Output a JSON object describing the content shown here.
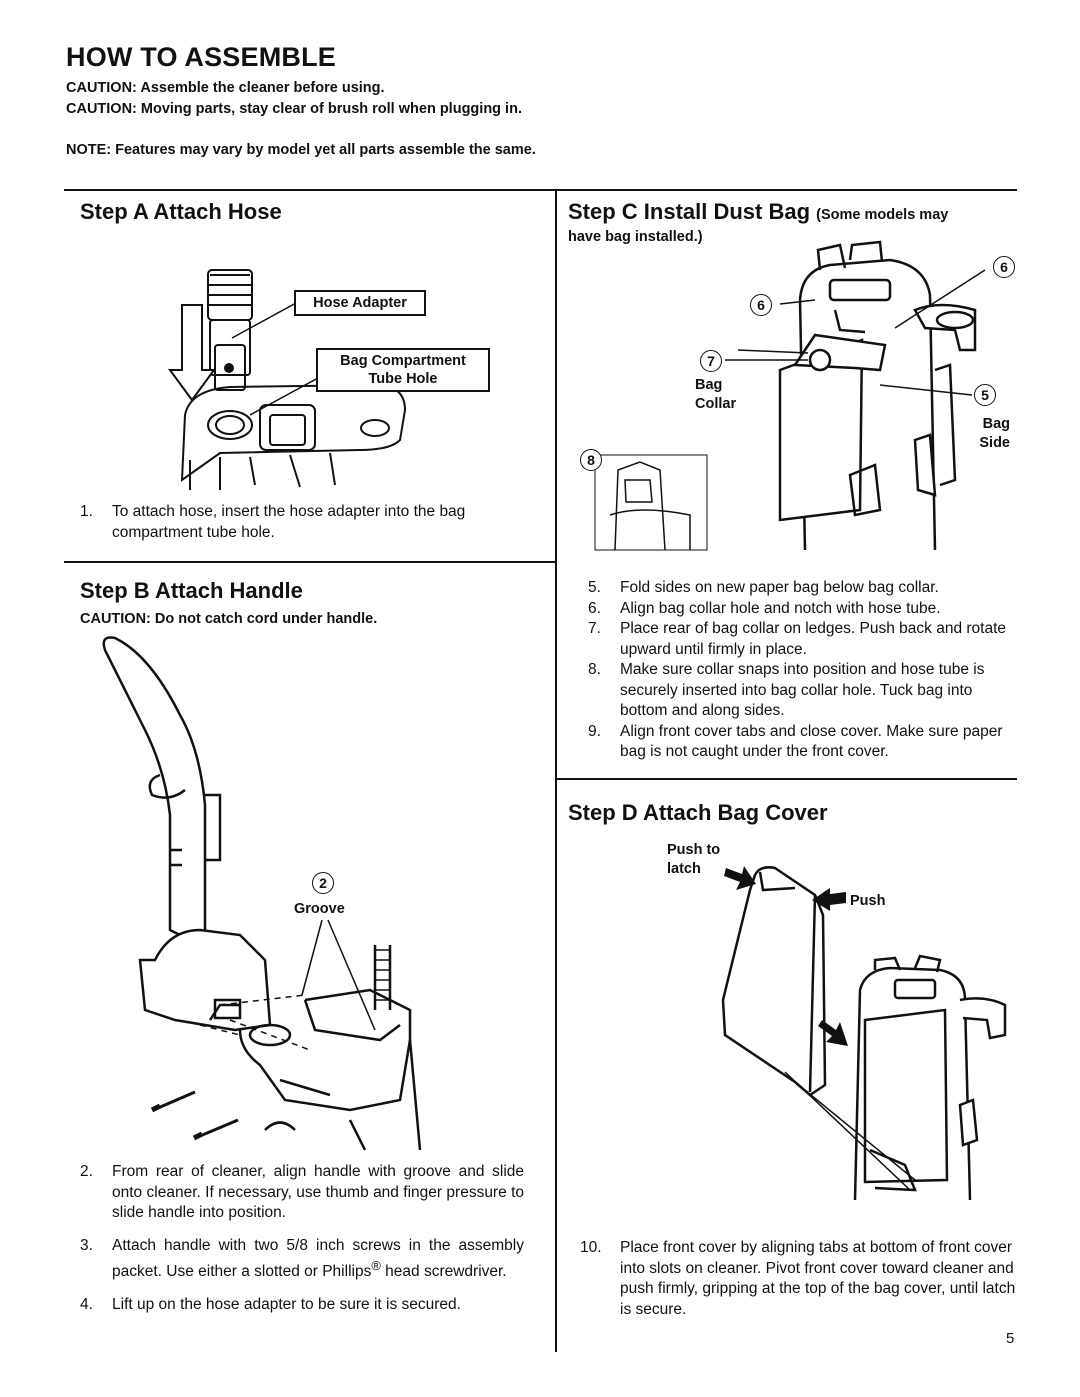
{
  "header": {
    "title": "HOW TO ASSEMBLE",
    "caution_1": "CAUTION:  Assemble the cleaner before using.",
    "caution_2": "CAUTION:  Moving parts, stay clear of brush roll when plugging in.",
    "note": "NOTE:  Features may vary by model yet all parts assemble the same."
  },
  "step_a": {
    "heading": "Step A Attach Hose",
    "label_hose_adapter": "Hose Adapter",
    "label_bag_compartment": "Bag Compartment",
    "label_tube_hole": "Tube Hole",
    "items": [
      {
        "num": "1.",
        "text": "To attach hose, insert the hose adapter into the bag compartment tube hole."
      }
    ]
  },
  "step_b": {
    "heading": "Step B  Attach Handle",
    "caution": "CAUTION: Do not catch cord under handle.",
    "callout_num": "2",
    "label_groove": "Groove",
    "items": [
      {
        "num": "2.",
        "text": "From rear of cleaner, align handle with groove and slide onto cleaner. If necessary, use thumb and finger pressure to slide handle into position."
      },
      {
        "num": "3.",
        "text_before": "Attach handle with two 5/8 inch screws in the assembly packet. Use either a slotted or Phillips",
        "sup": "®",
        "text_after": " head screwdriver."
      },
      {
        "num": "4.",
        "text": "Lift up on the hose adapter to be sure it is secured."
      }
    ]
  },
  "step_c": {
    "heading": "Step C Install Dust Bag",
    "heading_note": "(Some models may",
    "heading_note_2": "have bag installed.)",
    "callouts": {
      "c6a": "6",
      "c6b": "6",
      "c7": "7",
      "c5": "5",
      "c8": "8"
    },
    "label_bag_collar_1": "Bag",
    "label_bag_collar_2": "Collar",
    "label_bag_side_1": "Bag",
    "label_bag_side_2": "Side",
    "items": [
      {
        "num": "5.",
        "text": "Fold sides on new paper bag below bag collar."
      },
      {
        "num": "6.",
        "text": "Align bag collar hole and notch with hose tube."
      },
      {
        "num": "7.",
        "text": "Place rear of bag collar on ledges. Push back and rotate upward until firmly in place."
      },
      {
        "num": "8.",
        "text": "Make sure collar snaps into position and hose tube is securely inserted into bag collar hole. Tuck bag into bottom and along sides."
      },
      {
        "num": "9.",
        "text": "Align front cover tabs and close cover. Make sure paper bag is not caught under the front cover."
      }
    ]
  },
  "step_d": {
    "heading": "Step D  Attach Bag Cover",
    "label_push_to": "Push to",
    "label_latch": "latch",
    "label_push": "Push",
    "items": [
      {
        "num": "10.",
        "text": "Place front cover by aligning tabs at bottom of front cover into slots on cleaner. Pivot front cover toward cleaner and push firmly, gripping at the top of the bag cover, until latch is secure."
      }
    ]
  },
  "footer": {
    "page_number": "5"
  }
}
